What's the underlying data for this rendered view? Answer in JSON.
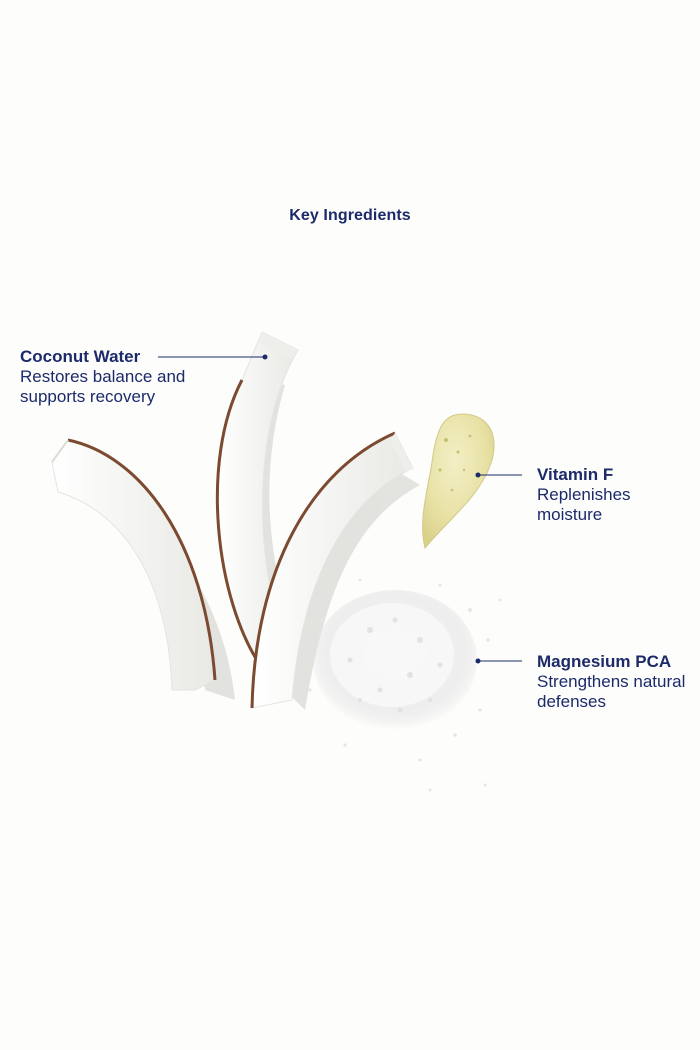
{
  "title": "Key Ingredients",
  "ingredients": [
    {
      "name": "Coconut Water",
      "description": "Restores balance and supports recovery"
    },
    {
      "name": "Vitamin F",
      "description": "Replenishes moisture"
    },
    {
      "name": "Magnesium PCA",
      "description": "Strengthens natural defenses"
    }
  ],
  "colors": {
    "text": "#1c2a6a",
    "background": "#fdfdfc",
    "coconut_flesh": "#f6f6f3",
    "coconut_skin": "#8a5a3c",
    "oil": "#e9e4ae"
  }
}
